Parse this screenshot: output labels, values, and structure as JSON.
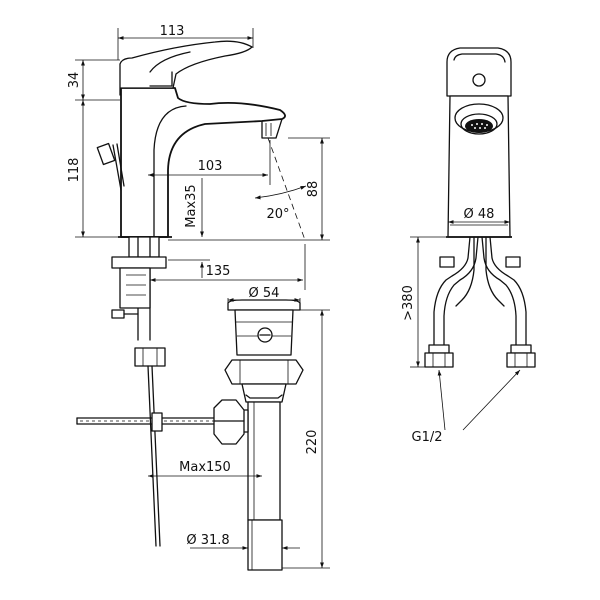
{
  "dimensions": {
    "width_113": "113",
    "height_34": "34",
    "height_118": "118",
    "reach_103": "103",
    "height_88": "88",
    "angle_20": "20°",
    "max_35": "Max35",
    "reach_135": "135",
    "dia_54": "Ø 54",
    "height_220": "220",
    "max_150": "Max150",
    "dia_31_8": "Ø 31.8",
    "dia_48": "Ø 48",
    "min_380": ">380",
    "thread": "G1/2"
  }
}
